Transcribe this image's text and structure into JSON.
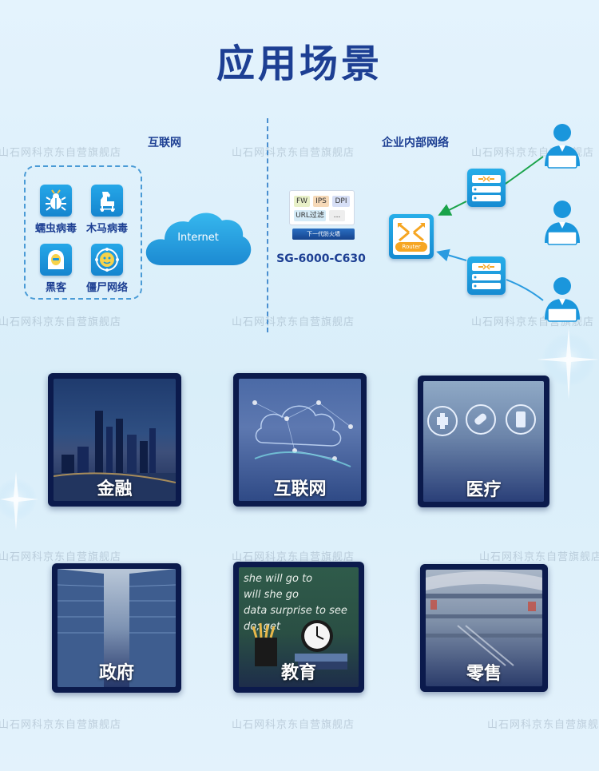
{
  "title": "应用场景",
  "watermark": "山石网科京东自营旗舰店",
  "diagram": {
    "internet_section": "互联网",
    "intranet_section": "企业内部网络",
    "threats": [
      {
        "label": "蠕虫病毒",
        "icon": "bug-icon"
      },
      {
        "label": "木马病毒",
        "icon": "trojan-horse-icon"
      },
      {
        "label": "黑客",
        "icon": "hacker-icon"
      },
      {
        "label": "僵尸网络",
        "icon": "botnet-icon"
      }
    ],
    "cloud_label": "Internet",
    "firewall": {
      "tags": [
        "FW",
        "IPS",
        "DPI",
        "URL过滤",
        "..."
      ],
      "base_text": "下一代防火墙",
      "model": "SG-6000-C630"
    },
    "router_label": "Router"
  },
  "scenarios": [
    {
      "label": "金融"
    },
    {
      "label": "互联网"
    },
    {
      "label": "医疗"
    },
    {
      "label": "政府"
    },
    {
      "label": "教育"
    },
    {
      "label": "零售"
    }
  ],
  "colors": {
    "title": "#1d3f93",
    "icon_blue": "#1a96dc",
    "card_frame": "#0b1a4c",
    "arrow_green": "#1aa34a",
    "arrow_blue": "#2a9be0"
  }
}
